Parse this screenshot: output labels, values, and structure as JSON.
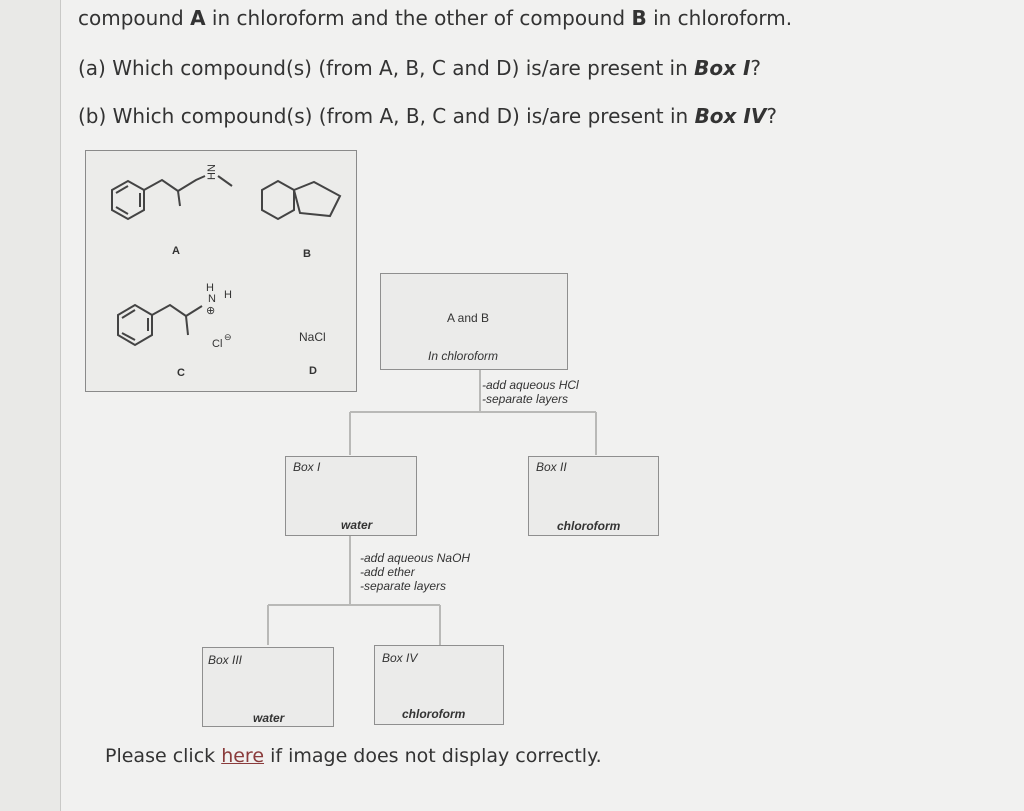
{
  "question": {
    "intro_pre": "compound ",
    "intro_a": "A",
    "intro_mid": " in chloroform and the other of compound ",
    "intro_b": "B",
    "intro_post": " in chloroform.",
    "a_text": "(a) Which compound(s) (from A, B, C and D) is/are present in ",
    "a_box": "Box I",
    "a_end": "?",
    "b_text": "(b) Which compound(s) (from A, B, C and D) is/are present in ",
    "b_box": "Box IV",
    "b_end": "?"
  },
  "structures": {
    "A": "A",
    "B": "B",
    "C": "C",
    "D": "D",
    "hn_a": "H",
    "hn_a2": "N",
    "c_h": "H",
    "c_n": "N",
    "c_h2": "H",
    "c_plus": "⊕",
    "c_cl": "Cl",
    "c_minus": "⊖",
    "nacl": "NaCl"
  },
  "flowchart": {
    "start_label": "A and B",
    "start_solvent": "In chloroform",
    "step1_a": "-add aqueous HCl",
    "step1_b": "-separate layers",
    "box1": "Box I",
    "box1_layer": "water",
    "box2": "Box II",
    "box2_layer": "chloroform",
    "step2_a": "-add aqueous NaOH",
    "step2_b": "-add ether",
    "step2_c": "-separate layers",
    "box3": "Box III",
    "box3_layer": "water",
    "box4": "Box IV",
    "box4_layer": "chloroform"
  },
  "footer": {
    "pre": "Please click ",
    "link": "here",
    "post": " if image does not display correctly."
  }
}
